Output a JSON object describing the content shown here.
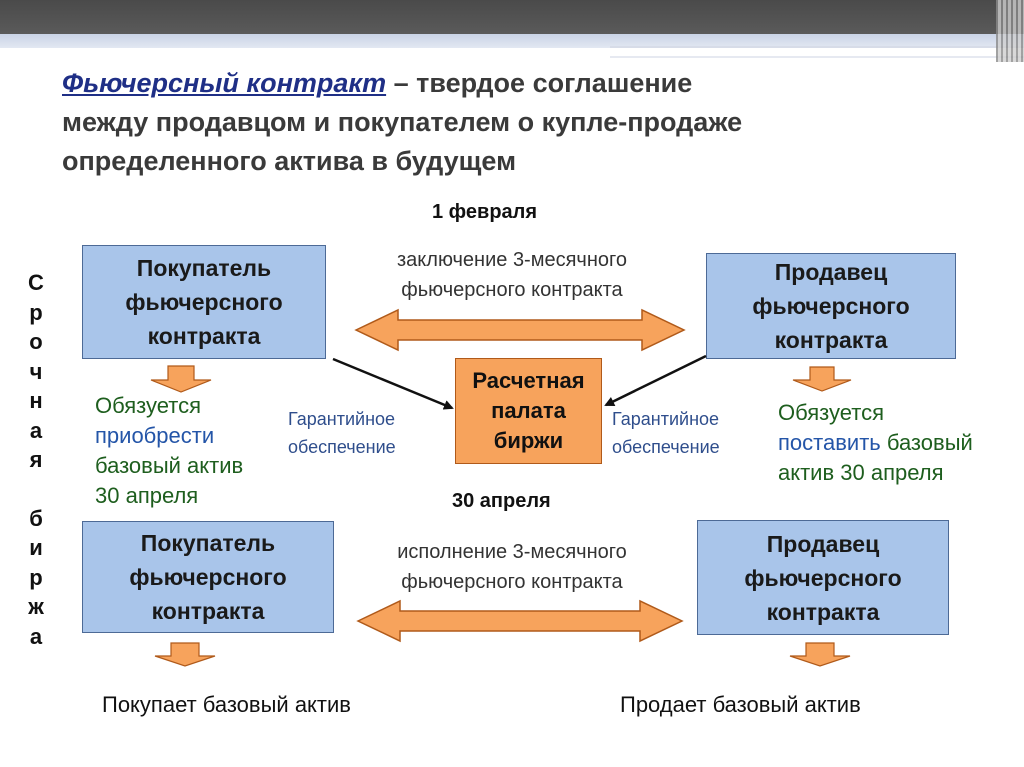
{
  "title": {
    "term": "Фьючерсный контракт",
    "line1_rest": " – твердое соглашение",
    "line2": "между продавцом и покупателем о купле-продаже",
    "line3": "определенного актива в будущем"
  },
  "side_label": [
    "С",
    "р",
    "о",
    "ч",
    "н",
    "а",
    "я",
    "",
    "б",
    "и",
    "р",
    "ж",
    "а"
  ],
  "date_top": "1 февраля",
  "date_bottom": "30 апреля",
  "buyer_top": [
    "Покупатель",
    "фьючерсного",
    "контракта"
  ],
  "seller_top": [
    "Продавец",
    "фьючерсного",
    "контракта"
  ],
  "buyer_bottom": [
    "Покупатель",
    "фьючерсного",
    "контракта"
  ],
  "seller_bottom": [
    "Продавец",
    "фьючерсного",
    "контракта"
  ],
  "top_arrow_label": [
    "заключение 3-месячного",
    "фьючерсного контракта"
  ],
  "bottom_arrow_label": [
    "исполнение 3-месячного",
    "фьючерсного контракта"
  ],
  "clearing": [
    "Расчетная",
    "палата",
    "биржи"
  ],
  "guarantee_left": [
    "Гарантийное",
    "обеспечение"
  ],
  "guarantee_right": [
    "Гарантийное",
    "обеспечение"
  ],
  "buyer_note": {
    "l1": "Обязуется",
    "l2": "приобрести",
    "l3": "базовый актив",
    "l4": "30 апреля"
  },
  "seller_note": {
    "l1": "Обязуется",
    "l2a": "поставить",
    "l2b": " базовый",
    "l3": "актив 30 апреля"
  },
  "result_buyer": "Покупает базовый актив",
  "result_seller": "Продает базовый актив",
  "colors": {
    "box_blue": "#a9c5ea",
    "box_orange": "#f7a35c",
    "arrow_orange": "#f7a35c",
    "term_blue": "#1f2f86",
    "note_green": "#1e5e1e",
    "note_blue": "#2455a8"
  }
}
